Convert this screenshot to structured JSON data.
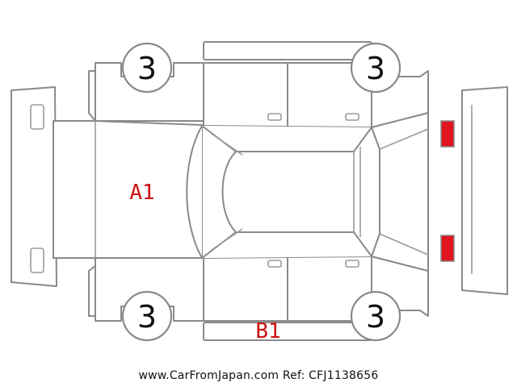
{
  "wheels": [
    {
      "id": "front-left",
      "grade": "3"
    },
    {
      "id": "rear-left",
      "grade": "3"
    },
    {
      "id": "front-right",
      "grade": "3"
    },
    {
      "id": "rear-right",
      "grade": "3"
    }
  ],
  "damage_marks": [
    {
      "id": "hood",
      "code": "A1"
    },
    {
      "id": "right-side",
      "code": "B1"
    }
  ],
  "lights": {
    "front_color": "#f5f000",
    "rear_color": "#e0141e"
  },
  "colors": {
    "outline": "#8a8a8a",
    "damage_text": "#cc1111",
    "grade_text": "#111111"
  },
  "footer": {
    "text": "www.CarFromJapan.com Ref: CFJ1138656"
  }
}
